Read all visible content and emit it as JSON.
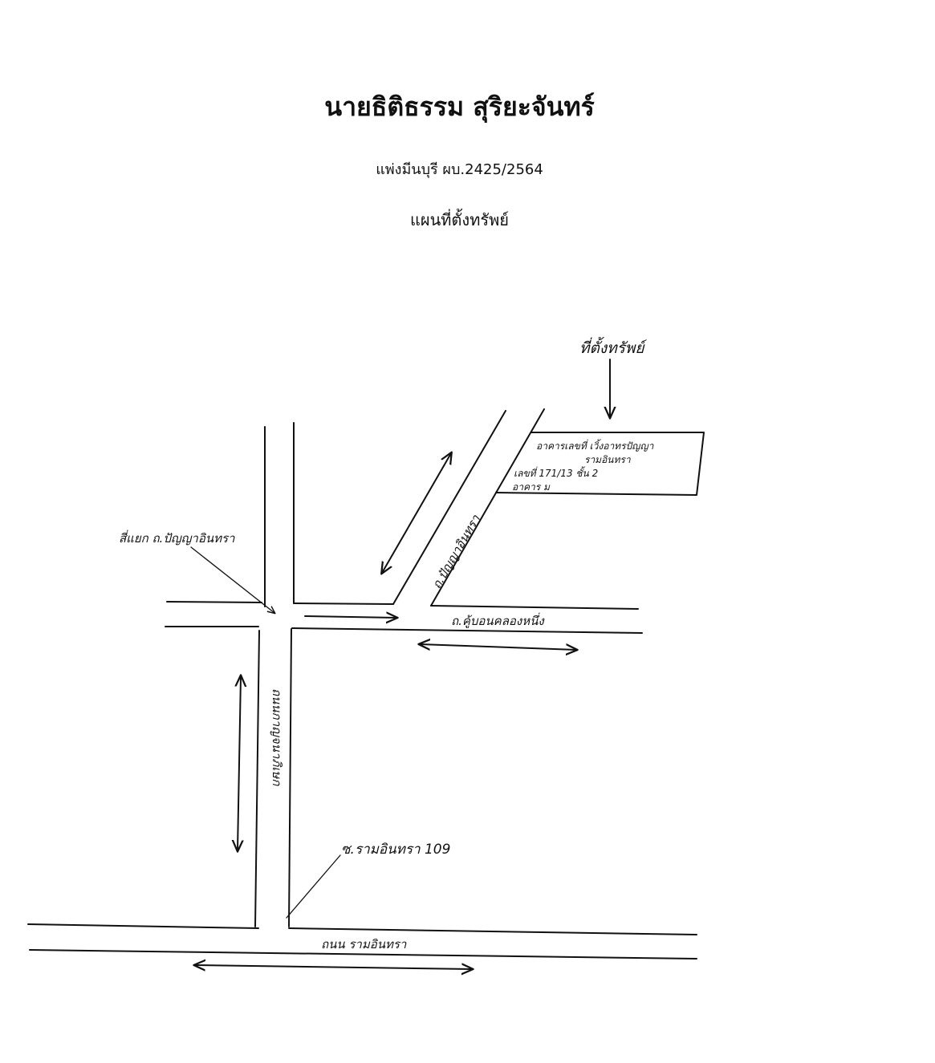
{
  "header": {
    "title": "นายธิติธรรม สุริยะจันทร์",
    "case_line": "แพ่งมีนบุรี ผบ.2425/2564",
    "caption": "แผนที่ตั้งทรัพย์"
  },
  "labels": {
    "property_marker": "ที่ตั้งทรัพย์",
    "property_box_line1": "อาคารเลขที่ เวิ้งอาทรปัญญา",
    "property_box_line2": "รามอินทรา",
    "property_box_line3": "เลขที่ 171/13 ชั้น 2",
    "property_box_line4": "อาคาร ม",
    "diagonal_road": "ถ.ปัญญาอินทรา",
    "intersection": "สี่แยก ถ.ปัญญาอินทรา",
    "east_road": "ถ.คู้บอนคลองหนึ่ง",
    "vertical_road": "ถนนกาญจนาภิเษก",
    "soi": "ซ.รามอินทรา 109",
    "bottom_road": "ถนน รามอินทรา"
  }
}
